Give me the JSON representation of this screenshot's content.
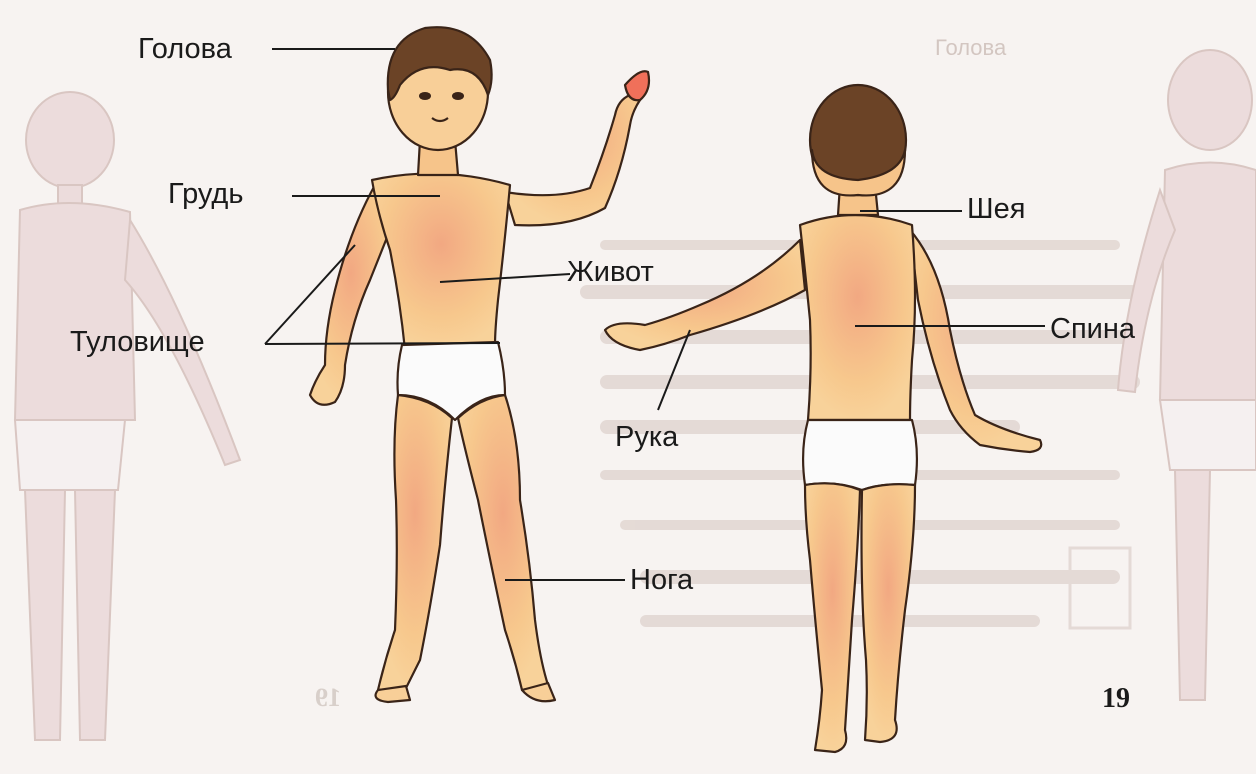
{
  "labels": {
    "head": "Голова",
    "chest": "Грудь",
    "belly": "Живот",
    "torso": "Туловище",
    "neck": "Шея",
    "back": "Спина",
    "arm": "Рука",
    "leg": "Нога"
  },
  "page_number": "19",
  "page_number_ghost": "19",
  "colors": {
    "skin": "#f6c98a",
    "skin_shade": "#f19a6e",
    "hair": "#6b4326",
    "underwear": "#fbfbfb",
    "outline": "#3a2418",
    "ghost": "#e2d6d2"
  }
}
